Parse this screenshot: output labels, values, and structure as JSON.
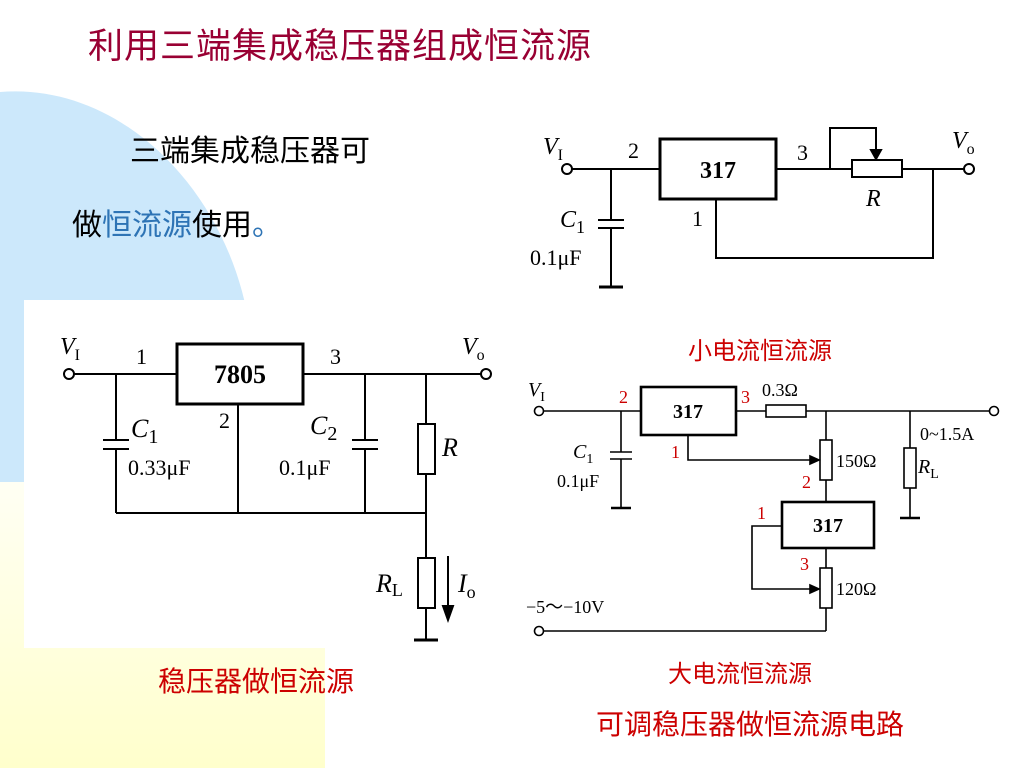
{
  "title": "利用三端集成稳压器组成恒流源",
  "intro": {
    "line1": "三端集成稳压器可",
    "line2_prefix": "做",
    "line2_highlight": "恒流源",
    "line2_suffix": "使用",
    "line2_end": "。"
  },
  "captions": {
    "stabilizer_as_current_source": "稳压器做恒流源",
    "small_current_source": "小电流恒流源",
    "large_current_source": "大电流恒流源",
    "adjustable_regulator_circuit": "可调稳压器做恒流源电路"
  },
  "circuit_317_small": {
    "vi": "V",
    "vi_sub": "I",
    "vo": "V",
    "vo_sub": "o",
    "chip": "317",
    "pin_in": "2",
    "pin_out": "3",
    "pin_adj": "1",
    "cap": "C",
    "cap_sub": "1",
    "cap_value": "0.1μF",
    "resistor": "R"
  },
  "circuit_7805": {
    "vi": "V",
    "vi_sub": "I",
    "vo": "V",
    "vo_sub": "o",
    "chip": "7805",
    "pin_in": "1",
    "pin_gnd": "2",
    "pin_out": "3",
    "c1": "C",
    "c1_sub": "1",
    "c1_value": "0.33μF",
    "c2": "C",
    "c2_sub": "2",
    "c2_value": "0.1μF",
    "resistor": "R",
    "load": "R",
    "load_sub": "L",
    "current": "I",
    "current_sub": "o"
  },
  "circuit_317_large": {
    "vi": "V",
    "vi_sub": "I",
    "chip1": "317",
    "chip2": "317",
    "u1_pin_in": "2",
    "u1_pin_out": "3",
    "u1_pin_adj": "1",
    "u2_pin_in": "2",
    "u2_pin_adj": "1",
    "u2_pin_out": "3",
    "r1": "0.3Ω",
    "r2": "150Ω",
    "r3": "120Ω",
    "cap": "C",
    "cap_sub": "1",
    "cap_value": "0.1μF",
    "output_range": "0~1.5A",
    "load": "R",
    "load_sub": "L",
    "neg_supply": "−5～−10V"
  },
  "colors": {
    "title": "#990033",
    "highlight": "#2e74b5",
    "caption": "#cc0000",
    "pin_red": "#cc0000",
    "bg_blob": "#cce8fb",
    "bg_corner": "#ffffd0"
  }
}
